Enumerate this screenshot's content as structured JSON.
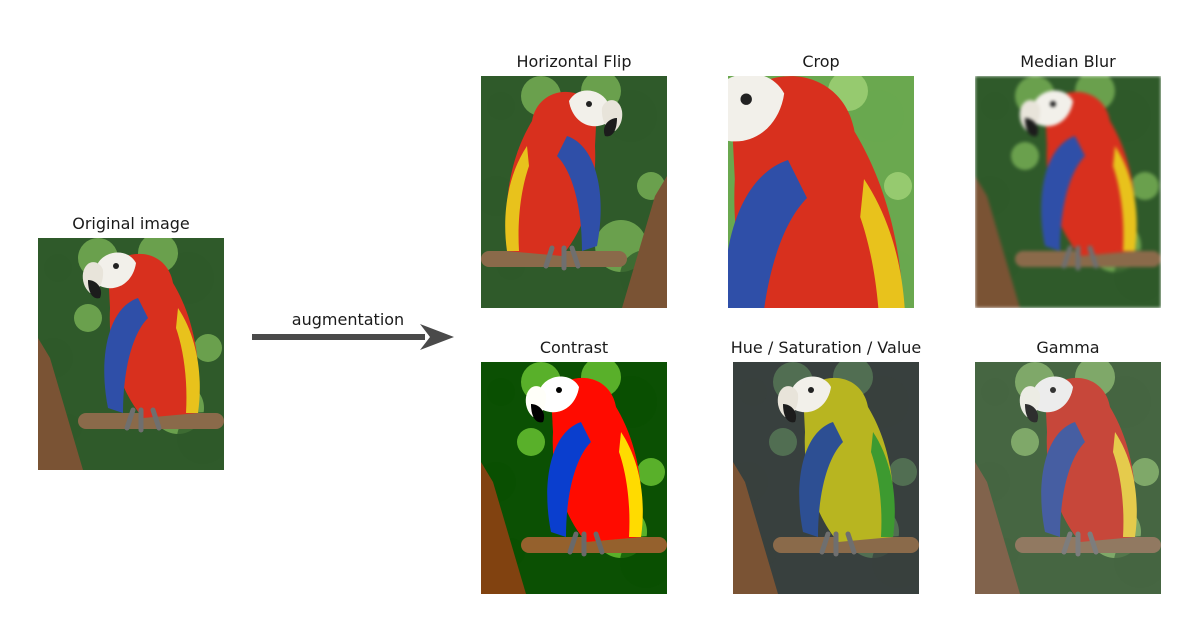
{
  "original": {
    "caption": "Original image"
  },
  "arrow": {
    "label": "augmentation"
  },
  "augmentations": [
    {
      "caption": "Horizontal Flip",
      "variant": "flip"
    },
    {
      "caption": "Crop",
      "variant": "crop"
    },
    {
      "caption": "Median Blur",
      "variant": "blur"
    },
    {
      "caption": "Contrast",
      "variant": "contrast"
    },
    {
      "caption": "Hue / Saturation / Value",
      "variant": "hsv"
    },
    {
      "caption": "Gamma",
      "variant": "gamma"
    }
  ],
  "colors": {
    "arrow": "#4a4a4a",
    "foliage_dark": "#2f5a2a",
    "foliage_light": "#7fb85a",
    "parrot_red": "#d8301e",
    "parrot_yellow": "#e8c21c",
    "parrot_blue": "#2f4fa8",
    "beak_white": "#f2f0ea",
    "branch": "#8a6a4a"
  }
}
